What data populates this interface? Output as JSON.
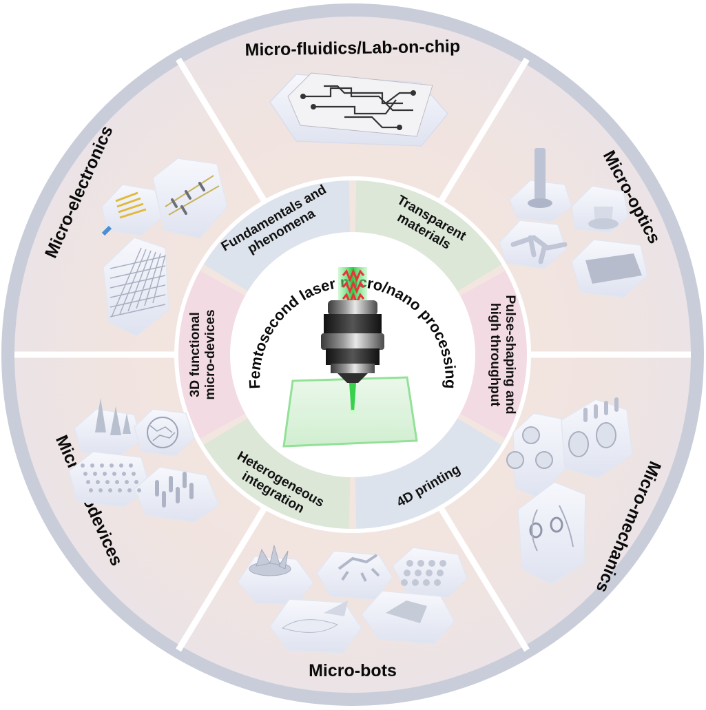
{
  "center": {
    "title": "Femtosecond laser micro/nano processing",
    "illustration": "laser-objective-icon"
  },
  "outer_ring": [
    {
      "label": "Micro-fluidics/Lab-on-chip",
      "illustration": "microfluidic-chip-icon"
    },
    {
      "label": "Micro-optics",
      "illustration": "micro-optics-icon"
    },
    {
      "label": "Micro-mechanics",
      "illustration": "micro-mechanics-icon"
    },
    {
      "label": "Micro-bots",
      "illustration": "micro-bots-icon"
    },
    {
      "label": "Micro-biodevices",
      "illustration": "micro-biodevices-icon"
    },
    {
      "label": "Micro-electronics",
      "illustration": "micro-electronics-icon"
    }
  ],
  "inner_ring": [
    {
      "lines": [
        "Fundamentals and",
        "phenomena"
      ],
      "color": "#dde3ec"
    },
    {
      "lines": [
        "Transparent",
        "materials"
      ],
      "color": "#dce7d8"
    },
    {
      "lines": [
        "Pulse-shaping and",
        "high throughput"
      ],
      "color": "#f3dbe4"
    },
    {
      "lines": [
        "4D printing"
      ],
      "color": "#dde3ec"
    },
    {
      "lines": [
        "Heterogeneous",
        "integration"
      ],
      "color": "#dce7d8"
    },
    {
      "lines": [
        "3D functional",
        "micro-devices"
      ],
      "color": "#f3dbe4"
    }
  ],
  "colors": {
    "outer_border": "#c7ccd8",
    "outer_fill": "#efe4e0",
    "divider": "#ffffff",
    "laser": "#38d04a",
    "pulse": "#e8323c"
  }
}
